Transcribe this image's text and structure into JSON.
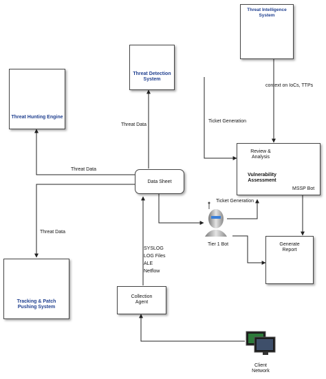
{
  "nodes": {
    "threat_intelligence": {
      "title": "Threat Intelligence System"
    },
    "threat_detection": {
      "title": "Threat Detection System"
    },
    "threat_hunting": {
      "title": "Threat Hunting Engine"
    },
    "data_sheet": {
      "title": "Data Sheet"
    },
    "review": {
      "title": "Review & Analysis",
      "subtitle": "Vulnerability Assessment",
      "bot": "MSSP Bot"
    },
    "tier1": {
      "title": "Tier 1 Bot"
    },
    "generate_report": {
      "title": "Generate Report"
    },
    "tracking_patch": {
      "title": "Tracking & Patch Pushing System"
    },
    "collection_agent": {
      "title": "Collection Agent"
    },
    "client_network": {
      "title": "Client Network"
    }
  },
  "edges": {
    "context": "context on IoCs, TTPs",
    "threat_data_up": "Threat Data",
    "ticket_gen_top": "Ticket Generation",
    "threat_data_left": "Threat Data",
    "threat_data_down": "Threat Data",
    "ticket_gen_tier1": "Ticket Generation",
    "sources": [
      "SYSLOG",
      "LOG Files",
      "ALE",
      "Netflow"
    ]
  },
  "colors": {
    "accent_blue": "#1f3f8f",
    "tracking_gradient": [
      "#d6247c",
      "#f05a3c"
    ],
    "brain_left": "#2e6fd6",
    "brain_right": "#d93838"
  }
}
